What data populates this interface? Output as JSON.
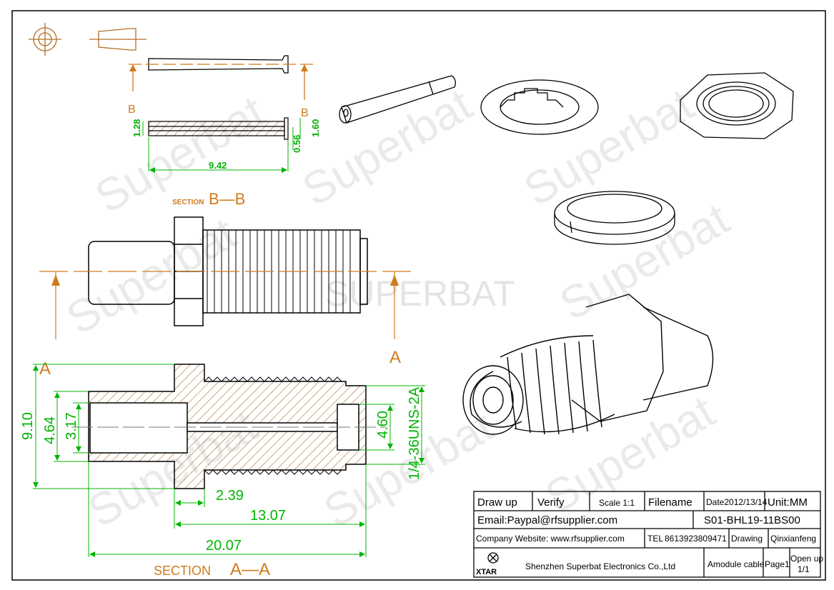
{
  "watermark": {
    "repeat_text": "Superbat",
    "center_text": "SUPERBAT"
  },
  "section_labels": {
    "b_prefix": "SECTION",
    "b_name": "B—B",
    "a_prefix": "SECTION",
    "a_name": "A—A",
    "marker_a": "A",
    "marker_b": "B"
  },
  "dimensions": {
    "pin_length": "9.42",
    "pin_d1": "1.28",
    "pin_d2": "1.60",
    "pin_d3": "0.56",
    "overall_dia": "9.10",
    "bore_dia": "4.64",
    "inner_dia": "3.17",
    "thread_dia": "4.60",
    "thread_spec": "1/4-36UNS-2A",
    "flange_len": "2.39",
    "body_len": "13.07",
    "overall_len": "20.07"
  },
  "title_block": {
    "draw_up": "Draw up",
    "verify": "Verify",
    "scale": "Scale 1:1",
    "filename_label": "Filename",
    "date": "Date2012/13/14",
    "unit": "Unit:MM",
    "email": "Email:Paypal@rfsupplier.com",
    "filename": "S01-BHL19-11BS00",
    "website": "Company Website:  www.rfsupplier.com",
    "tel_label": "TEL",
    "tel": "8613923809471",
    "drawing_label": "Drawing",
    "drawer": "Qinxianfeng",
    "logo_text": "XTAR",
    "company": "Shenzhen Superbat Electronics Co.,Ltd",
    "cable": "Amodule cable",
    "page": "Page1",
    "open_up": "Open up",
    "open_frac": "1/1"
  },
  "colors": {
    "dimension": "#00b400",
    "label": "#d07a1e",
    "hatch": "#b06e28",
    "outline": "#000000"
  }
}
